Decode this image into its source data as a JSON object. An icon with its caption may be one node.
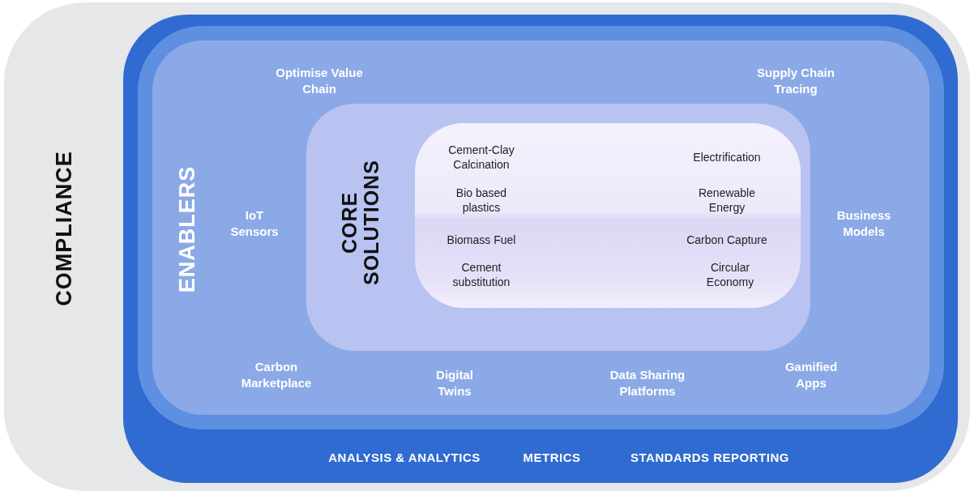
{
  "diagram": {
    "nodes": [
      {
        "text": [
          "COMPLIANCE"
        ]
      },
      {
        "text": [
          "ANALYSIS & ANALYTICS",
          "METRICS",
          "STANDARDS REPORTING"
        ],
        "in": 0
      },
      {
        "text": [
          "ENABLERS",
          "Optimise Value Chain",
          "Supply Chain Tracing",
          "IoT Sensors",
          "Business Models",
          "Carbon Marketplace",
          "Digital Twins",
          "Data Sharing Platforms",
          "Gamified Apps"
        ],
        "in": 1
      },
      {
        "text": [
          "CORE SOLUTIONS"
        ],
        "in": 2
      },
      {
        "text": [
          "Cement-Clay Calcination",
          "Electrification",
          "Bio based plastics",
          "Renewable Energy",
          "Biomass Fuel",
          "Carbon Capture",
          "Cement substitution",
          "Circular Economy"
        ],
        "in": 3
      }
    ],
    "edges": []
  }
}
